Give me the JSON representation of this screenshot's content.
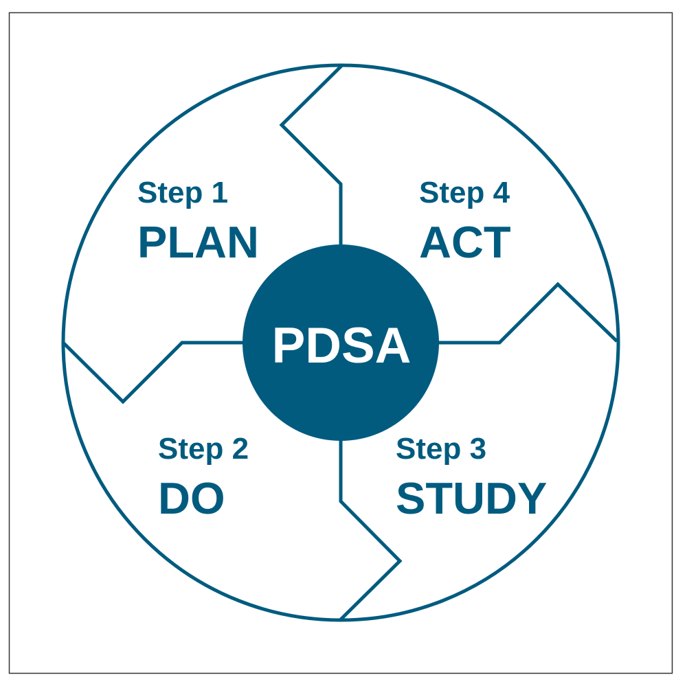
{
  "center_label": "PDSA",
  "steps": [
    {
      "step": "Step 1",
      "name": "PLAN"
    },
    {
      "step": "Step 2",
      "name": "DO"
    },
    {
      "step": "Step 3",
      "name": "STUDY"
    },
    {
      "step": "Step 4",
      "name": "ACT"
    }
  ],
  "colors": {
    "primary": "#005b7f",
    "text_on_primary": "#ffffff",
    "border": "#333333"
  }
}
